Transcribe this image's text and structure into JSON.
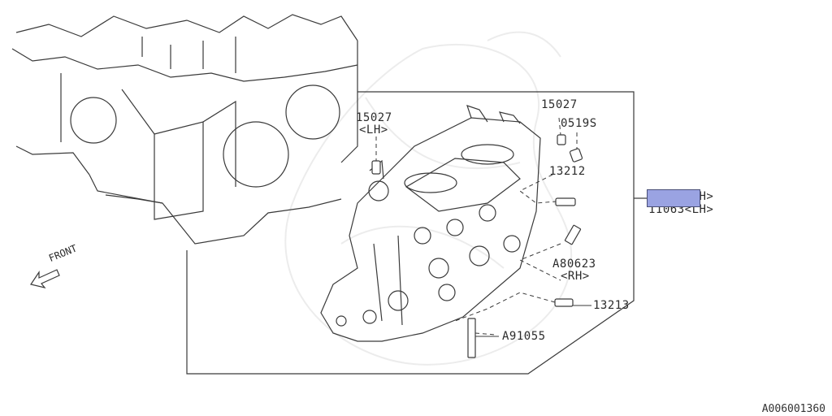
{
  "labels": {
    "part_15027_lh": "15027",
    "lh_tag": "<LH>",
    "part_15027": "15027",
    "part_0519s": "0519S",
    "part_13212": "13212",
    "part_11063_rh": "11063<RH>",
    "part_11063_lh": "11063<LH>",
    "part_a80623": "A80623",
    "rh_tag": "<RH>",
    "part_13213": "13213",
    "part_a91055": "A91055",
    "front": "FRONT"
  },
  "reference_code": "A006001360",
  "colors": {
    "line": "#3a3a3a",
    "highlight": "#9aa3e2",
    "watermark": "#ececec"
  }
}
